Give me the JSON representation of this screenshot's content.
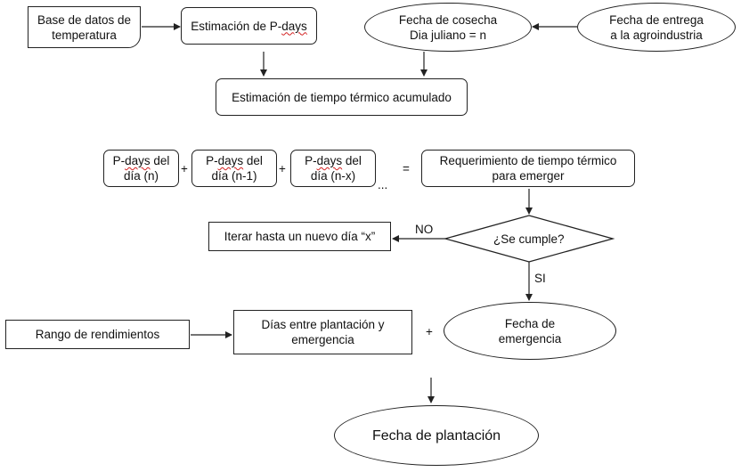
{
  "nodes": {
    "base_datos": "Base de datos de\ntemperatura",
    "estimacion_pdays": "Estimación de P-days",
    "fecha_cosecha": "Fecha de cosecha\nDia juliano = n",
    "fecha_entrega": "Fecha de entrega\na la agroindustria",
    "tiempo_termico": "Estimación de tiempo térmico acumulado",
    "pdays_n": "P-days del\ndía (n)",
    "pdays_n1": "P-days del\ndía (n-1)",
    "pdays_nx": "P-days del\ndía (n-x)",
    "requerimiento": "Requerimiento de tiempo térmico\npara emerger",
    "se_cumple": "¿Se cumple?",
    "iterar": "Iterar hasta un nuevo día “x”",
    "rango": "Rango de rendimientos",
    "dias_entre": "Días entre plantación y\nemergencia",
    "fecha_emergencia": "Fecha de\nemergencia",
    "fecha_plantacion": "Fecha de plantación"
  },
  "operators": {
    "plus1": "+",
    "plus2": "+",
    "ellipsis": "...",
    "equals": "=",
    "plus3": "+"
  },
  "edge_labels": {
    "no": "NO",
    "si": "SI"
  },
  "colors": {
    "line": "#222222",
    "spellcheck": "#d42020"
  }
}
